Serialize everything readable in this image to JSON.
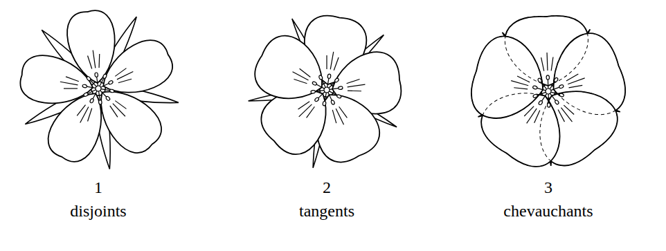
{
  "diagram": {
    "labels": [
      "1",
      "disjoints",
      "2",
      "tangents",
      "3",
      "chevauchants"
    ]
  }
}
